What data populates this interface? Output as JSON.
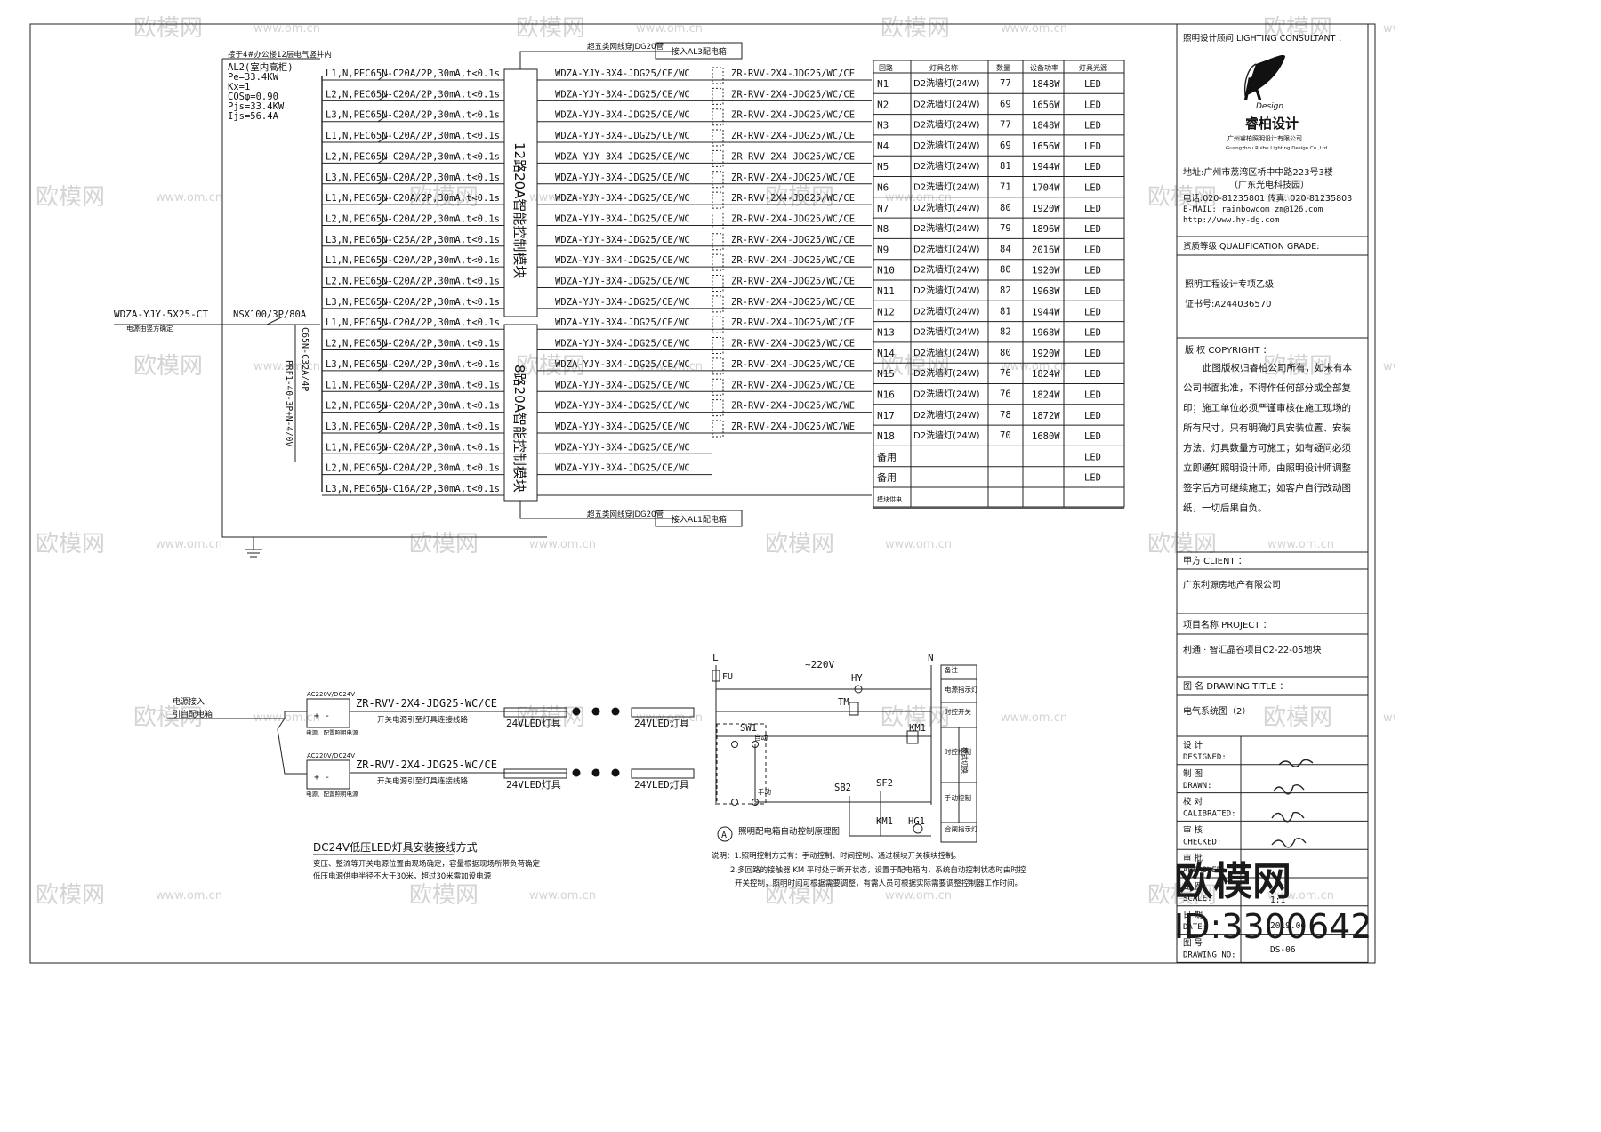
{
  "watermark": {
    "text": "欧模网",
    "url": "www.om.cn",
    "big_text": "欧模网",
    "id_label": "ID:3300642"
  },
  "panel": {
    "header_note": "接于4#办公楼12层电气竖井内",
    "params": [
      "AL2(室内高柜)",
      "Pe=33.4KW",
      "Kx=1",
      "COSφ=0.90",
      "Pjs=33.4KW",
      "Ijs=56.4A"
    ],
    "incoming_cable": "WDZA-YJY-5X25-CT",
    "incoming_note": "电源由竖方确定",
    "main_breaker": "NSX100/3P/80A",
    "spd_label": "C65N-C32A/4P",
    "spd_model": "PRF1-40-3P+N-4/0V",
    "module_top": "12路20A智能控制模块",
    "module_bottom": "8路20A智能控制模块",
    "top_link_note": "超五类网线穿JDG20管",
    "top_link_box": "接入AL3配电箱",
    "bottom_link_note": "超五类网线穿JDG20管",
    "bottom_link_box": "接入AL1配电箱"
  },
  "circuits": [
    {
      "breaker": "L1,N,PEC65N-C20A/2P,30mA,t<0.1s",
      "cable": "WDZA-YJY-3X4-JDG25/CE/WC",
      "branch": "ZR-RVV-2X4-JDG25/WC/CE",
      "n": "N1",
      "type": "D2洗墙灯(24W)",
      "qty": "77",
      "power": "1848W",
      "src": "LED"
    },
    {
      "breaker": "L2,N,PEC65N-C20A/2P,30mA,t<0.1s",
      "cable": "WDZA-YJY-3X4-JDG25/CE/WC",
      "branch": "ZR-RVV-2X4-JDG25/WC/CE",
      "n": "N2",
      "type": "D2洗墙灯(24W)",
      "qty": "69",
      "power": "1656W",
      "src": "LED"
    },
    {
      "breaker": "L3,N,PEC65N-C20A/2P,30mA,t<0.1s",
      "cable": "WDZA-YJY-3X4-JDG25/CE/WC",
      "branch": "ZR-RVV-2X4-JDG25/WC/CE",
      "n": "N3",
      "type": "D2洗墙灯(24W)",
      "qty": "77",
      "power": "1848W",
      "src": "LED"
    },
    {
      "breaker": "L1,N,PEC65N-C20A/2P,30mA,t<0.1s",
      "cable": "WDZA-YJY-3X4-JDG25/CE/WC",
      "branch": "ZR-RVV-2X4-JDG25/WC/CE",
      "n": "N4",
      "type": "D2洗墙灯(24W)",
      "qty": "69",
      "power": "1656W",
      "src": "LED"
    },
    {
      "breaker": "L2,N,PEC65N-C20A/2P,30mA,t<0.1s",
      "cable": "WDZA-YJY-3X4-JDG25/CE/WC",
      "branch": "ZR-RVV-2X4-JDG25/WC/CE",
      "n": "N5",
      "type": "D2洗墙灯(24W)",
      "qty": "81",
      "power": "1944W",
      "src": "LED"
    },
    {
      "breaker": "L3,N,PEC65N-C20A/2P,30mA,t<0.1s",
      "cable": "WDZA-YJY-3X4-JDG25/CE/WC",
      "branch": "ZR-RVV-2X4-JDG25/WC/CE",
      "n": "N6",
      "type": "D2洗墙灯(24W)",
      "qty": "71",
      "power": "1704W",
      "src": "LED"
    },
    {
      "breaker": "L1,N,PEC65N-C20A/2P,30mA,t<0.1s",
      "cable": "WDZA-YJY-3X4-JDG25/CE/WC",
      "branch": "ZR-RVV-2X4-JDG25/WC/CE",
      "n": "N7",
      "type": "D2洗墙灯(24W)",
      "qty": "80",
      "power": "1920W",
      "src": "LED"
    },
    {
      "breaker": "L2,N,PEC65N-C20A/2P,30mA,t<0.1s",
      "cable": "WDZA-YJY-3X4-JDG25/CE/WC",
      "branch": "ZR-RVV-2X4-JDG25/WC/CE",
      "n": "N8",
      "type": "D2洗墙灯(24W)",
      "qty": "79",
      "power": "1896W",
      "src": "LED"
    },
    {
      "breaker": "L3,N,PEC65N-C25A/2P,30mA,t<0.1s",
      "cable": "WDZA-YJY-3X4-JDG25/CE/WC",
      "branch": "ZR-RVV-2X4-JDG25/WC/CE",
      "n": "N9",
      "type": "D2洗墙灯(24W)",
      "qty": "84",
      "power": "2016W",
      "src": "LED"
    },
    {
      "breaker": "L1,N,PEC65N-C20A/2P,30mA,t<0.1s",
      "cable": "WDZA-YJY-3X4-JDG25/CE/WC",
      "branch": "ZR-RVV-2X4-JDG25/WC/CE",
      "n": "N10",
      "type": "D2洗墙灯(24W)",
      "qty": "80",
      "power": "1920W",
      "src": "LED"
    },
    {
      "breaker": "L2,N,PEC65N-C20A/2P,30mA,t<0.1s",
      "cable": "WDZA-YJY-3X4-JDG25/CE/WC",
      "branch": "ZR-RVV-2X4-JDG25/WC/CE",
      "n": "N11",
      "type": "D2洗墙灯(24W)",
      "qty": "82",
      "power": "1968W",
      "src": "LED"
    },
    {
      "breaker": "L3,N,PEC65N-C20A/2P,30mA,t<0.1s",
      "cable": "WDZA-YJY-3X4-JDG25/CE/WC",
      "branch": "ZR-RVV-2X4-JDG25/WC/CE",
      "n": "N12",
      "type": "D2洗墙灯(24W)",
      "qty": "81",
      "power": "1944W",
      "src": "LED"
    },
    {
      "breaker": "L1,N,PEC65N-C20A/2P,30mA,t<0.1s",
      "cable": "WDZA-YJY-3X4-JDG25/CE/WC",
      "branch": "ZR-RVV-2X4-JDG25/WC/CE",
      "n": "N13",
      "type": "D2洗墙灯(24W)",
      "qty": "82",
      "power": "1968W",
      "src": "LED"
    },
    {
      "breaker": "L2,N,PEC65N-C20A/2P,30mA,t<0.1s",
      "cable": "WDZA-YJY-3X4-JDG25/CE/WC",
      "branch": "ZR-RVV-2X4-JDG25/WC/CE",
      "n": "N14",
      "type": "D2洗墙灯(24W)",
      "qty": "80",
      "power": "1920W",
      "src": "LED"
    },
    {
      "breaker": "L3,N,PEC65N-C20A/2P,30mA,t<0.1s",
      "cable": "WDZA-YJY-3X4-JDG25/CE/WC",
      "branch": "ZR-RVV-2X4-JDG25/WC/CE",
      "n": "N15",
      "type": "D2洗墙灯(24W)",
      "qty": "76",
      "power": "1824W",
      "src": "LED"
    },
    {
      "breaker": "L1,N,PEC65N-C20A/2P,30mA,t<0.1s",
      "cable": "WDZA-YJY-3X4-JDG25/CE/WC",
      "branch": "ZR-RVV-2X4-JDG25/WC/CE",
      "n": "N16",
      "type": "D2洗墙灯(24W)",
      "qty": "76",
      "power": "1824W",
      "src": "LED"
    },
    {
      "breaker": "L2,N,PEC65N-C20A/2P,30mA,t<0.1s",
      "cable": "WDZA-YJY-3X4-JDG25/CE/WC",
      "branch": "ZR-RVV-2X4-JDG25/WC/WE",
      "n": "N17",
      "type": "D2洗墙灯(24W)",
      "qty": "78",
      "power": "1872W",
      "src": "LED"
    },
    {
      "breaker": "L3,N,PEC65N-C20A/2P,30mA,t<0.1s",
      "cable": "WDZA-YJY-3X4-JDG25/CE/WC",
      "branch": "ZR-RVV-2X4-JDG25/WC/WE",
      "n": "N18",
      "type": "D2洗墙灯(24W)",
      "qty": "70",
      "power": "1680W",
      "src": "LED"
    },
    {
      "breaker": "L1,N,PEC65N-C20A/2P,30mA,t<0.1s",
      "cable": "WDZA-YJY-3X4-JDG25/CE/WC",
      "branch": "",
      "n": "备用",
      "type": "",
      "qty": "",
      "power": "",
      "src": "LED"
    },
    {
      "breaker": "L2,N,PEC65N-C20A/2P,30mA,t<0.1s",
      "cable": "WDZA-YJY-3X4-JDG25/CE/WC",
      "branch": "",
      "n": "备用",
      "type": "",
      "qty": "",
      "power": "",
      "src": "LED"
    },
    {
      "breaker": "L3,N,PEC65N-C16A/2P,30mA,t<0.1s",
      "cable": "",
      "branch": "",
      "n": "模块供电",
      "type": "",
      "qty": "",
      "power": "",
      "src": ""
    }
  ],
  "table_headers": [
    "回路",
    "灯具名称",
    "数量",
    "设备功率",
    "灯具光源"
  ],
  "dc_wiring": {
    "source_note": [
      "电源接入",
      "引自配电箱"
    ],
    "driver_label": "AC220V/DC24V",
    "cable": "ZR-RVV-2X4-JDG25-WC/CE",
    "cable_note": "开关电源引至灯具连接线路",
    "fixture": "24VLED灯具",
    "driver_note": "电源、配置照明电源",
    "title": "DC24V低压LED灯具安装接线方式",
    "notes": [
      "变压、整流等开关电源位置由现场确定，容量根据现场所带负荷确定",
      "低压电源供电半径不大于30米，超过30米需加设电源"
    ]
  },
  "control": {
    "voltage": "~220V",
    "labels": {
      "L": "L",
      "N": "N",
      "FU": "FU",
      "HY": "HY",
      "TM": "TM",
      "SW1": "SW1",
      "KM1": "KM1",
      "SB2": "SB2",
      "SF2": "SF2",
      "HG1": "HG1",
      "auto": "自动",
      "manual": "手动"
    },
    "legend": [
      "备注",
      "电源指示灯",
      "时控开关",
      "时控控制",
      "手动控制",
      "模式切换",
      "合闸指示灯"
    ],
    "title": "照明配电箱自动控制原理图",
    "badge": "A",
    "notes": [
      "说明：1.照明控制方式有：手动控制、时间控制、通过模块开关模块控制。",
      "2.多回路的接触器 KM 平时处于断开状态，设置于配电箱内，系统自动控制状态时由时控",
      "开关控制，照明时间可根据需要调整，有需人员可根据实际需要调整控制器工作时间。"
    ]
  },
  "title_block": {
    "consultant_label": "照明设计顾问 LIGHTING CONSULTANT ：",
    "logo_letter": "R",
    "logo_sub": "Design",
    "company": "睿柏设计",
    "company_cn_small": "广州睿柏照明设计有限公司",
    "company_en": "Guangzhou Ruibo Lighting Design Co.,Ltd",
    "address": "地址:广州市荔湾区桥中中路223号3楼",
    "address2": "（广东光电科技园）",
    "phone": "电话:020-81235801 传真: 020-81235803",
    "email": "E-MAIL: rainbowcom_zm@126.com",
    "web": "http://www.hy-dg.com",
    "qual_label": "资质等级 QUALIFICATION GRADE:",
    "qual_value": "照明工程设计专项乙级",
    "cert": "证书号:A244036570",
    "copyright_label": "版 权 COPYRIGHT ：",
    "copyright_text": [
      "此图版权归睿柏公司所有，如未有本",
      "公司书面批准，不得作任何部分或全部复",
      "印；施工单位必须严谨审核在施工现场的",
      "所有尺寸，只有明确灯具安装位置、安装",
      "方法、灯具数量方可施工；如有疑问必须",
      "立即通知照明设计师，由照明设计师调整",
      "签字后方可继续施工；如客户自行改动图",
      "纸，一切后果自负。"
    ],
    "client_label": "甲方 CLIENT ：",
    "client": "广东利源房地产有限公司",
    "project_label": "项目名称 PROJECT ：",
    "project": "利通 · 智汇晶谷项目C2-22-05地块",
    "title_label": "图    名 DRAWING TITLE ：",
    "title": "电气系统图（2）",
    "rows": [
      {
        "cn": "设    计",
        "en": "DESIGNED:"
      },
      {
        "cn": "制    图",
        "en": "DRAWN:"
      },
      {
        "cn": "校    对",
        "en": "CALIBRATED:"
      },
      {
        "cn": "审    核",
        "en": "CHECKED:"
      },
      {
        "cn": "审    批",
        "en": "APPROVED:"
      },
      {
        "cn": "比    例",
        "en": "SCALE:"
      },
      {
        "cn": "日    期",
        "en": "DATE:"
      },
      {
        "cn": "图    号",
        "en": "DRAWING NO:"
      }
    ],
    "scale": "1:1",
    "date": "2019.06",
    "drawing_no": "DS-06"
  }
}
